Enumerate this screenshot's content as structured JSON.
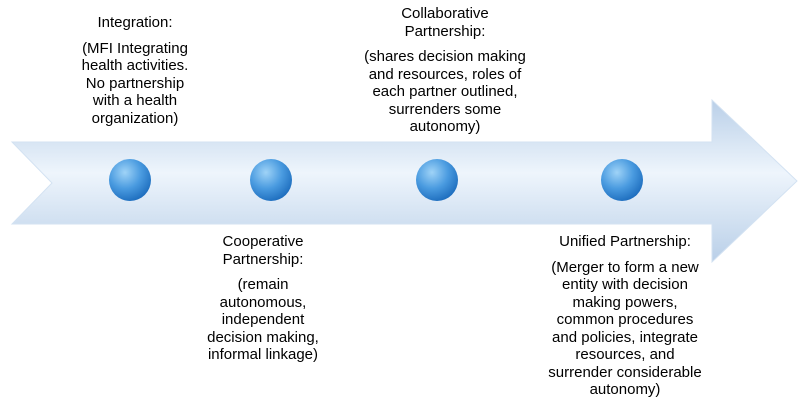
{
  "diagram": {
    "stages": [
      {
        "title": "Integration:",
        "description": "(MFI Integrating\nhealth activities.\nNo partnership\nwith a health\norganization)"
      },
      {
        "title": "Cooperative\nPartnership:",
        "description": "(remain\nautonomous,\nindependent\ndecision making,\ninformal linkage)"
      },
      {
        "title": "Collaborative\nPartnership:",
        "description": "(shares decision making\nand resources, roles of\neach partner outlined,\nsurrenders some\nautonomy)"
      },
      {
        "title": "Unified Partnership:",
        "description": "(Merger to form a new\nentity with decision\nmaking powers,\ncommon procedures\nand policies, integrate\nresources, and\nsurrender considerable\nautonomy)"
      }
    ],
    "colors": {
      "arrow_light": "#eef5fc",
      "arrow_dark": "#b9cfe8",
      "circle_light": "#9fd3f7",
      "circle_dark": "#1f6fbf"
    }
  }
}
